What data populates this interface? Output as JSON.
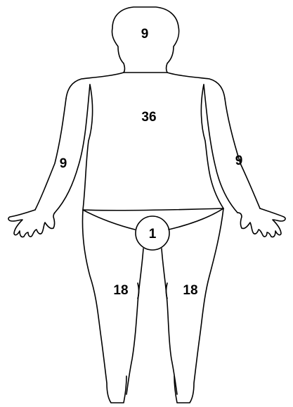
{
  "figure": {
    "regions": [
      {
        "id": "head",
        "label": "9"
      },
      {
        "id": "trunk",
        "label": "36"
      },
      {
        "id": "right-arm",
        "label": "9"
      },
      {
        "id": "left-arm",
        "label": "9"
      },
      {
        "id": "perineum",
        "label": "1"
      },
      {
        "id": "right-leg",
        "label": "18"
      },
      {
        "id": "left-leg",
        "label": "18"
      }
    ]
  },
  "colors": {
    "outline": "#000000",
    "background": "#ffffff"
  }
}
